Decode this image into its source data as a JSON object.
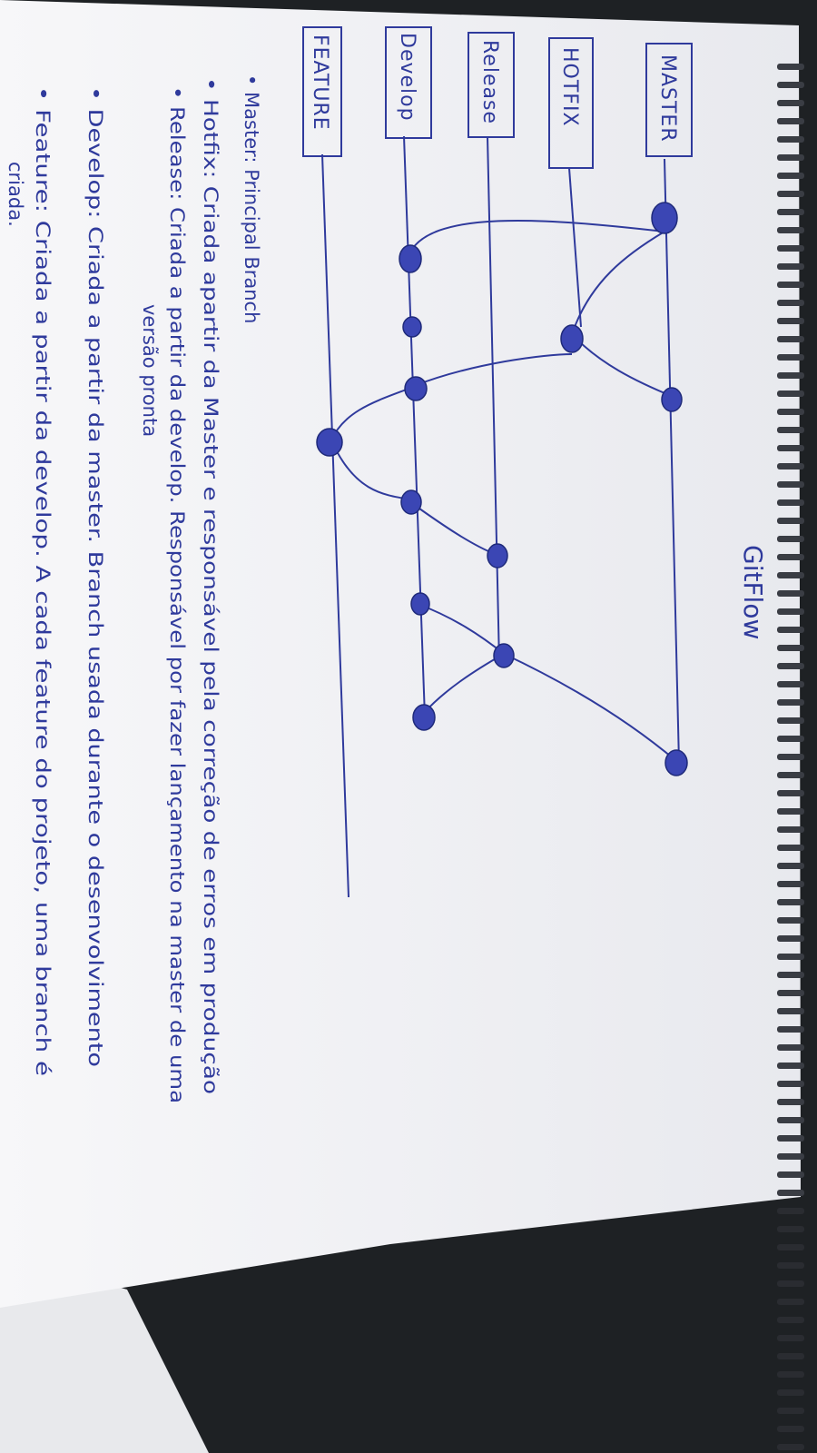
{
  "title": "GitFlow",
  "branches": {
    "master": "MASTER",
    "hotfix": "HOTFIX",
    "release": "Release",
    "develop": "Develop",
    "feature": "FEATURE"
  },
  "notes": [
    {
      "lines": [
        "• Master: Principal Branch"
      ]
    },
    {
      "lines": [
        "• Hotfix: Criada apartir da Master e responsável pela correção de erros em produção"
      ]
    },
    {
      "lines": [
        "• Release: Criada a partir da develop. Responsável por fazer lançamento na master de uma",
        "versão pronta"
      ]
    },
    {
      "lines": [
        "• Develop: Criada a partir da master. Branch usada durante o desenvolvimento"
      ]
    },
    {
      "lines": [
        "• Feature: Criada a partir da develop. A cada feature do projeto, uma branch é",
        "criada."
      ]
    }
  ],
  "colors": {
    "ink": "#2f3a9c",
    "paper": "#f4f4f6",
    "background": "#1e2124",
    "spiral": "#3a3d44"
  }
}
